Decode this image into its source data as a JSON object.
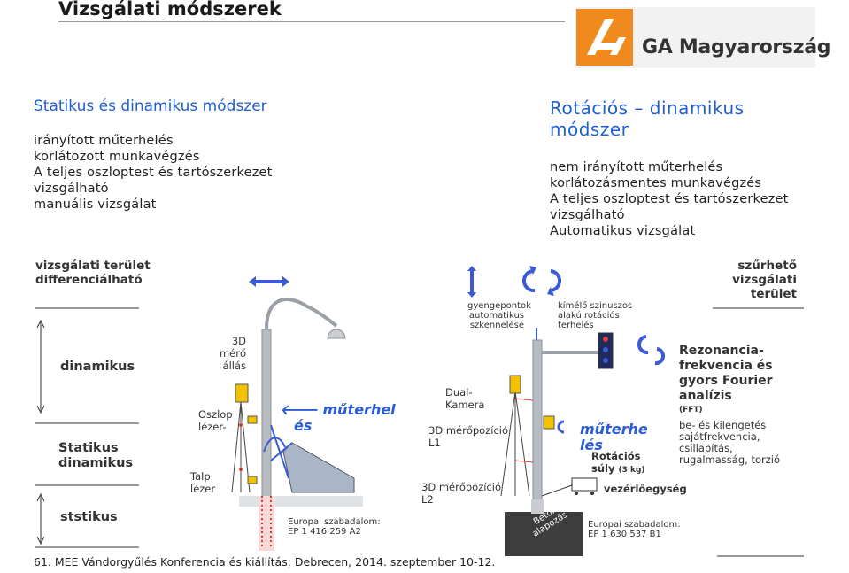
{
  "title": "Vizsgálati módszerek",
  "logo": {
    "text": "GA Magyarország",
    "brand_color": "#f08a1c"
  },
  "left_method": {
    "heading": "Statikus és dinamikus módszer",
    "lines": [
      "irányított műterhelés",
      "korlátozott munkavégzés",
      "A teljes oszloptest és tartószerkezet",
      "vizsgálható",
      "manuális vizsgálat"
    ]
  },
  "right_method": {
    "heading_line1": "Rotációs – dinamikus",
    "heading_line2": "módszer",
    "lines": [
      "nem irányított műterhelés",
      "korlátozásmentes munkavégzés",
      "A teljes oszloptest és tartószerkezet",
      "vizsgálható",
      "Automatikus vizsgálat"
    ]
  },
  "labels": {
    "area_left_1": "vizsgálati terület",
    "area_left_2": "differenciálható",
    "area_right_1": "szűrhető",
    "area_right_2": "vizsgálati",
    "area_right_3": "terület",
    "dinamikus": "dinamikus",
    "statikus_dinamikus_1": "Statikus",
    "statikus_dinamikus_2": "dinamikus",
    "ststikus": "ststikus",
    "meroallas_1": "3D mérő",
    "meroallas_2": "állás",
    "oszlop_lezer_1": "Oszlop",
    "oszlop_lezer_2": "lézer-",
    "talp_lezer_1": "Talp",
    "talp_lezer_2": "lézer",
    "muterheles_left_1": "műterhel",
    "muterheles_left_2": "és",
    "patent_left_1": "Europai szabadalom:",
    "patent_left_2": "EP 1 416 259 A2",
    "gyenge_1": "gyengepontok",
    "gyenge_2": "automatikus",
    "gyenge_3": "szkennelése",
    "kimelo_1": "kímélő szinuszos",
    "kimelo_2": "alakú rotációs",
    "kimelo_3": "terhelés",
    "dual_1": "Dual-",
    "dual_2": "Kamera",
    "pozicio_l1_1": "3D mérőpozíció",
    "pozicio_l1_2": "L1",
    "pozicio_l2_1": "3D mérőpozíció",
    "pozicio_l2_2": "L2",
    "muterheles_right_1": "műterhe",
    "muterheles_right_2": "lés",
    "rotacios_1": "Rotációs",
    "rotacios_2": "súly",
    "rotacios_3": "(3 kg)",
    "vezerlo": "vezérlőegység",
    "beton_1": "Beton",
    "beton_2": "alapozás",
    "patent_right_1": "Europai szabadalom:",
    "patent_right_2": "EP 1 630 537 B1",
    "rezonancia_1": "Rezonancia-",
    "rezonancia_2": "frekvencia és",
    "rezonancia_3": "gyors Fourier",
    "rezonancia_4": "analízis",
    "fft": "(FFT)",
    "be_ki_1": "be- és kilengetés",
    "be_ki_2": "sajátfrekvencia,",
    "be_ki_3": "csillapítás,",
    "be_ki_4": "rugalmasság, torzió"
  },
  "footer": "61. MEE Vándorgyűlés Konferencia és kiállítás; Debrecen, 2014. szeptember 10-12.",
  "colors": {
    "accent_blue": "#1f5fcf",
    "arrow_blue": "#3b5bd6",
    "laser_red": "#e53935",
    "camera_yellow": "#f2c200",
    "pole_gray": "#9aa0a6"
  }
}
